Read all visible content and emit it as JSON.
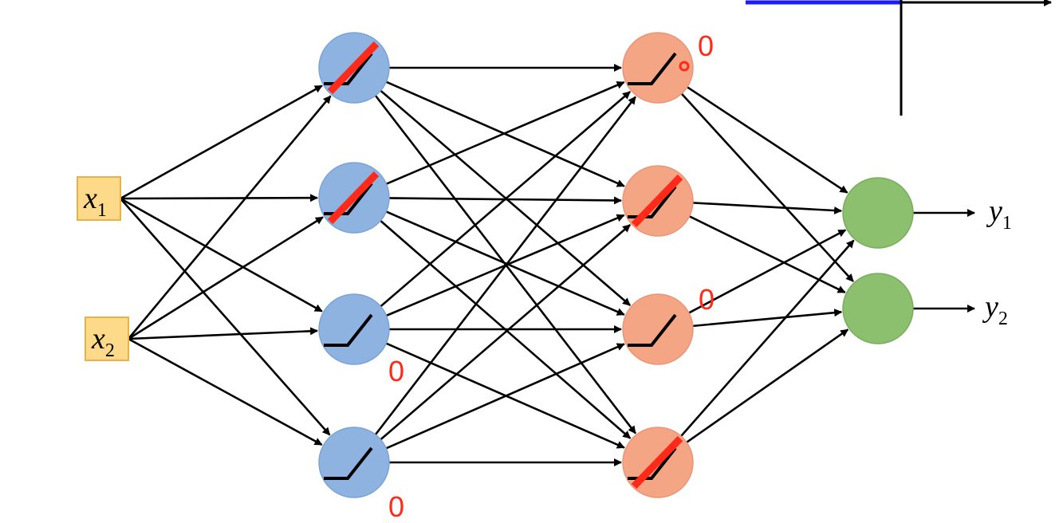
{
  "inputs": [
    {
      "symbol": "x",
      "subscript": "1"
    },
    {
      "symbol": "x",
      "subscript": "2"
    }
  ],
  "outputs": [
    {
      "symbol": "y",
      "subscript": "1"
    },
    {
      "symbol": "y",
      "subscript": "2"
    }
  ],
  "layers": {
    "hidden_1": {
      "neurons": 4,
      "dropped": [
        true,
        true,
        false,
        false
      ]
    },
    "hidden_2": {
      "neurons": 4,
      "dropped": [
        false,
        true,
        false,
        true
      ]
    },
    "output": {
      "neurons": 2
    }
  },
  "zero_annotations": [
    "0",
    "0",
    "0",
    "0"
  ],
  "colors": {
    "input_fill": "#fdd98a",
    "input_stroke": "#e8b24a",
    "hidden1_fill": "#8fb3e0",
    "hidden1_stroke": "#7aa3d6",
    "hidden2_fill": "#f4a584",
    "hidden2_stroke": "#e8967a",
    "output_fill": "#8cbf6e",
    "output_stroke": "#78ad5c",
    "dropout_slash": "#ff2a1a",
    "zero_text": "#ff2a1a",
    "edge": "#000000",
    "inset_blue": "#1a1aff"
  }
}
